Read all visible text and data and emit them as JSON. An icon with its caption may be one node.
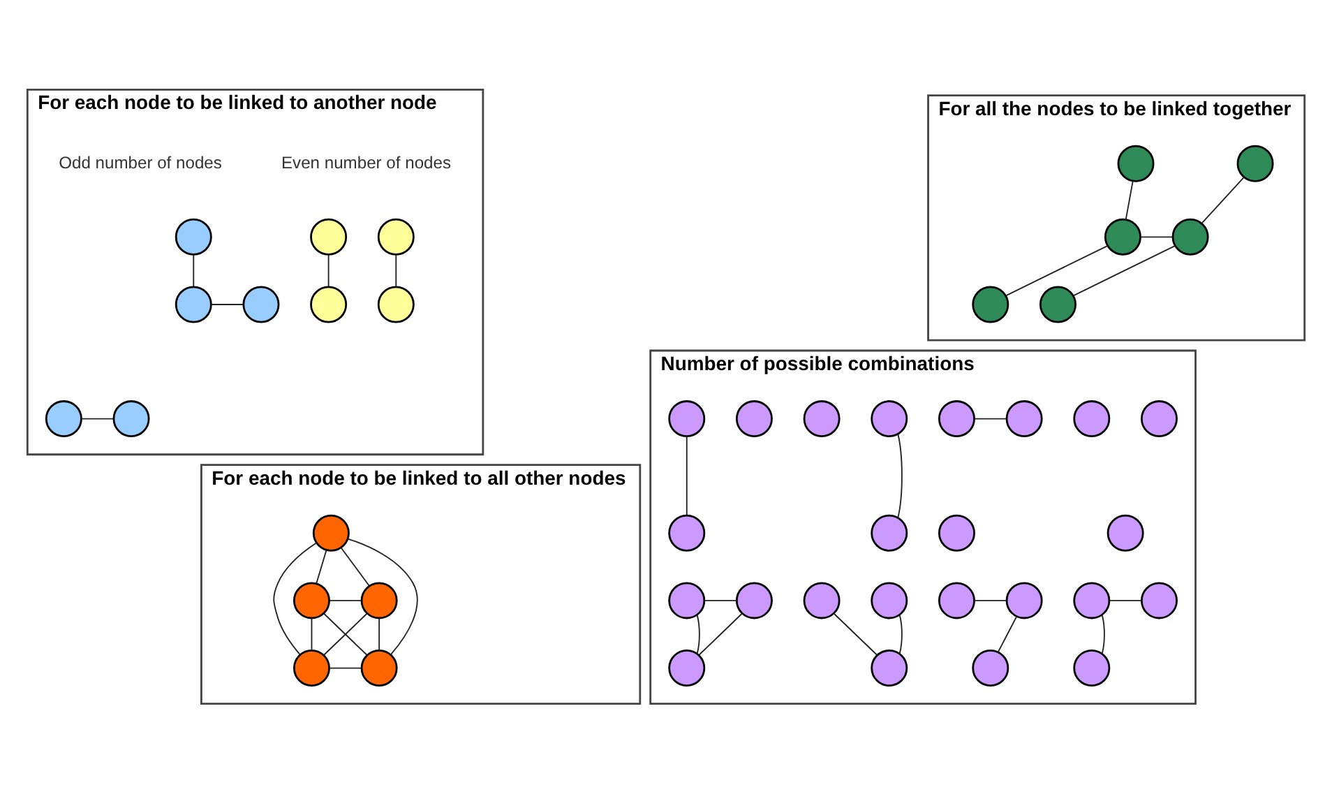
{
  "diagram": {
    "nodes": [
      {
        "text": [
          "For each node to be linked to another node"
        ]
      },
      {
        "text": [],
        "shape": "circle",
        "in": 0
      },
      {
        "text": [],
        "shape": "circle",
        "in": 0
      },
      {
        "text": [],
        "shape": "circle",
        "in": 0
      },
      {
        "text": [],
        "shape": "circle",
        "in": 0
      },
      {
        "text": [],
        "shape": "circle",
        "in": 0
      },
      {
        "text": [],
        "shape": "circle",
        "in": 0
      },
      {
        "text": [],
        "shape": "circle",
        "in": 0
      },
      {
        "text": [],
        "shape": "circle",
        "in": 0
      },
      {
        "text": [],
        "shape": "circle",
        "in": 0
      },
      {
        "text": [
          "For all the nodes to be linked together"
        ]
      },
      {
        "text": [],
        "shape": "circle",
        "in": 10
      },
      {
        "text": [],
        "shape": "circle",
        "in": 10
      },
      {
        "text": [],
        "shape": "circle",
        "in": 10
      },
      {
        "text": [],
        "shape": "circle",
        "in": 10
      },
      {
        "text": [],
        "shape": "circle",
        "in": 10
      },
      {
        "text": [],
        "shape": "circle",
        "in": 10
      },
      {
        "text": [
          "For each node to be linked to all other nodes"
        ]
      },
      {
        "text": [],
        "shape": "circle",
        "in": 17
      },
      {
        "text": [],
        "shape": "circle",
        "in": 17
      },
      {
        "text": [],
        "shape": "circle",
        "in": 17
      },
      {
        "text": [],
        "shape": "circle",
        "in": 17
      },
      {
        "text": [],
        "shape": "circle",
        "in": 17
      },
      {
        "text": [
          "Number of possible combinations"
        ]
      },
      {
        "text": [],
        "shape": "circle",
        "in": 23
      },
      {
        "text": [],
        "shape": "circle",
        "in": 23
      },
      {
        "text": [],
        "shape": "circle",
        "in": 23
      },
      {
        "text": [],
        "shape": "circle",
        "in": 23
      },
      {
        "text": [],
        "shape": "circle",
        "in": 23
      },
      {
        "text": [],
        "shape": "circle",
        "in": 23
      },
      {
        "text": [],
        "shape": "circle",
        "in": 23
      },
      {
        "text": [],
        "shape": "circle",
        "in": 23
      },
      {
        "text": [],
        "shape": "circle",
        "in": 23
      },
      {
        "text": [],
        "shape": "circle",
        "in": 23
      },
      {
        "text": [],
        "shape": "circle",
        "in": 23
      },
      {
        "text": [],
        "shape": "circle",
        "in": 23
      },
      {
        "text": [],
        "shape": "circle",
        "in": 23
      },
      {
        "text": [],
        "shape": "circle",
        "in": 23
      },
      {
        "text": [],
        "shape": "circle",
        "in": 23
      },
      {
        "text": [],
        "shape": "circle",
        "in": 23
      },
      {
        "text": [],
        "shape": "circle",
        "in": 23
      },
      {
        "text": [],
        "shape": "circle",
        "in": 23
      },
      {
        "text": [],
        "shape": "circle",
        "in": 23
      },
      {
        "text": [],
        "shape": "circle",
        "in": 23
      },
      {
        "text": [],
        "shape": "circle",
        "in": 23
      },
      {
        "text": [],
        "shape": "circle",
        "in": 23
      },
      {
        "text": [],
        "shape": "circle",
        "in": 23
      },
      {
        "text": [],
        "shape": "circle",
        "in": 23
      }
    ],
    "edges": [
      {
        "from": 1,
        "to": 2,
        "arrow": "none"
      },
      {
        "from": 3,
        "to": 4,
        "arrow": "none"
      },
      {
        "from": 5,
        "to": 6,
        "arrow": "none"
      },
      {
        "from": 6,
        "to": 7,
        "arrow": "none"
      },
      {
        "from": 8,
        "to": 9,
        "arrow": "none"
      },
      {
        "from": 11,
        "to": 12,
        "arrow": "none"
      },
      {
        "from": 12,
        "to": 13,
        "arrow": "none"
      },
      {
        "from": 12,
        "to": 15,
        "arrow": "none"
      },
      {
        "from": 14,
        "to": 15,
        "arrow": "none"
      },
      {
        "from": 15,
        "to": 16,
        "arrow": "none"
      },
      {
        "from": 18,
        "to": 19,
        "arrow": "none"
      },
      {
        "from": 18,
        "to": 20,
        "arrow": "none"
      },
      {
        "from": 18,
        "to": 21,
        "arrow": "none"
      },
      {
        "from": 18,
        "to": 22,
        "arrow": "none"
      },
      {
        "from": 19,
        "to": 20,
        "arrow": "none"
      },
      {
        "from": 19,
        "to": 21,
        "arrow": "none"
      },
      {
        "from": 19,
        "to": 22,
        "arrow": "none"
      },
      {
        "from": 20,
        "to": 21,
        "arrow": "none"
      },
      {
        "from": 20,
        "to": 22,
        "arrow": "none"
      },
      {
        "from": 21,
        "to": 22,
        "arrow": "none"
      },
      {
        "from": 27,
        "to": 28,
        "arrow": "none"
      },
      {
        "from": 30,
        "to": 32,
        "arrow": "none"
      },
      {
        "from": 34,
        "to": 35,
        "arrow": "none"
      },
      {
        "from": 36,
        "to": 37,
        "arrow": "none"
      },
      {
        "from": 36,
        "to": 38,
        "arrow": "none"
      },
      {
        "from": 39,
        "to": 40,
        "arrow": "none"
      },
      {
        "from": 40,
        "to": 41,
        "arrow": "none"
      },
      {
        "from": 42,
        "to": 44,
        "arrow": "none"
      },
      {
        "from": 43,
        "to": 44,
        "arrow": "none"
      },
      {
        "from": 45,
        "to": 46,
        "arrow": "none"
      },
      {
        "from": 45,
        "to": 47,
        "arrow": "none"
      },
      {
        "from": 46,
        "to": 47,
        "arrow": "none"
      }
    ],
    "labels": [
      "Even number of nodes",
      "Odd number of nodes"
    ]
  }
}
